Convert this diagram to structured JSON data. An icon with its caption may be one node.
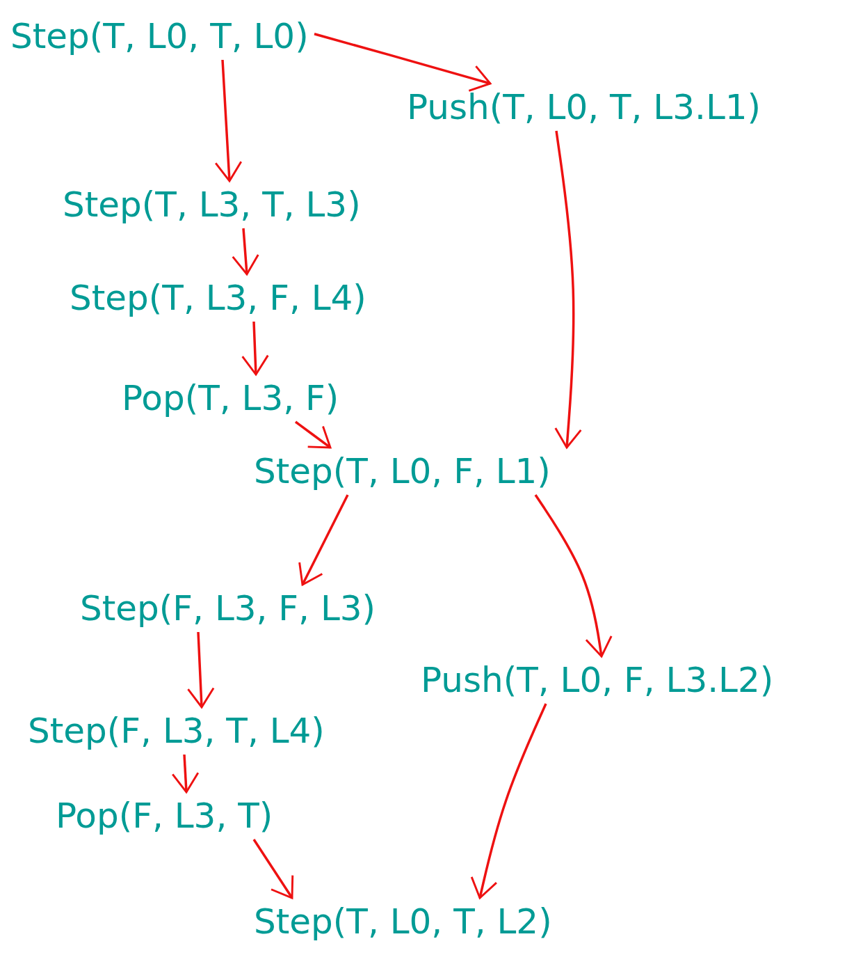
{
  "diagram": {
    "nodes": [
      {
        "text": [
          "Step(T, L0, T, L0)"
        ]
      },
      {
        "text": [
          "Push(T, L0, T, L3.L1)"
        ]
      },
      {
        "text": [
          "Step(T, L3, T, L3)"
        ]
      },
      {
        "text": [
          "Step(T, L3, F, L4)"
        ]
      },
      {
        "text": [
          "Pop(T, L3, F)"
        ]
      },
      {
        "text": [
          "Step(T, L0, F, L1)"
        ]
      },
      {
        "text": [
          "Step(F, L3, F, L3)"
        ]
      },
      {
        "text": [
          "Push(T, L0, F, L3.L2)"
        ]
      },
      {
        "text": [
          "Step(F, L3, T, L4)"
        ]
      },
      {
        "text": [
          "Pop(F, L3, T)"
        ]
      },
      {
        "text": [
          "Step(T, L0, T, L2)"
        ]
      }
    ],
    "edges": [
      {
        "from": 0,
        "to": 1,
        "arrow": "to"
      },
      {
        "from": 0,
        "to": 2,
        "arrow": "to"
      },
      {
        "from": 2,
        "to": 3,
        "arrow": "to"
      },
      {
        "from": 3,
        "to": 4,
        "arrow": "to"
      },
      {
        "from": 4,
        "to": 5,
        "arrow": "to"
      },
      {
        "from": 1,
        "to": 5,
        "arrow": "to"
      },
      {
        "from": 5,
        "to": 6,
        "arrow": "to"
      },
      {
        "from": 5,
        "to": 7,
        "arrow": "to"
      },
      {
        "from": 6,
        "to": 8,
        "arrow": "to"
      },
      {
        "from": 8,
        "to": 9,
        "arrow": "to"
      },
      {
        "from": 9,
        "to": 10,
        "arrow": "to"
      },
      {
        "from": 7,
        "to": 10,
        "arrow": "to"
      }
    ]
  }
}
